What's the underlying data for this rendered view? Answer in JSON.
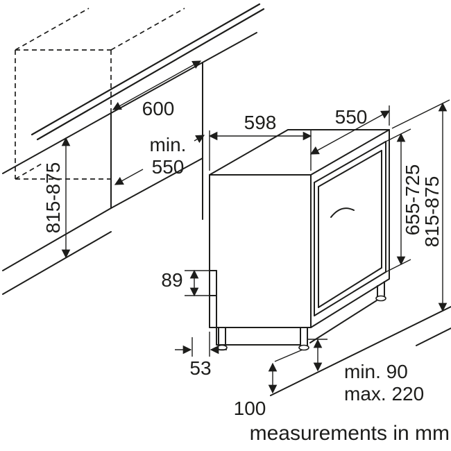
{
  "diagram": {
    "caption": "measurements in mm",
    "labels": {
      "niche_width": "600",
      "niche_depth_prefix": "min.",
      "niche_depth_value": "550",
      "niche_height": "815-875",
      "appliance_width": "598",
      "appliance_depth": "550",
      "door_height": "655-725",
      "appliance_height": "815-875",
      "base_height": "89",
      "base_offset": "53",
      "foot_clearance": "100",
      "plinth_min": "min. 90",
      "plinth_max": "max. 220"
    },
    "colors": {
      "line": "#1d1d1b",
      "background": "#ffffff"
    }
  }
}
